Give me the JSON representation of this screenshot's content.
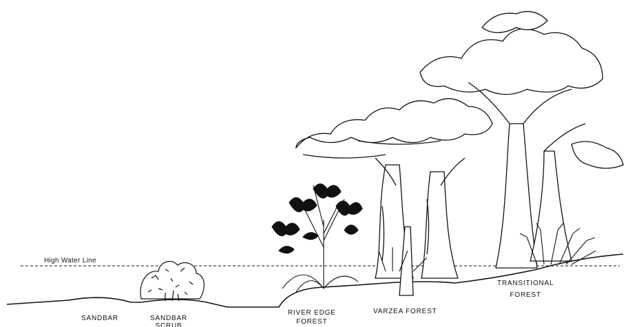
{
  "diagram": {
    "high_water_label": "High Water Line",
    "zones": [
      {
        "id": "sandbar",
        "lines": [
          "SANDBAR"
        ]
      },
      {
        "id": "sandbar-scrub",
        "lines": [
          "SANDBAR",
          "SCRUB"
        ]
      },
      {
        "id": "river-edge-forest",
        "lines": [
          "RIVER EDGE",
          "FOREST"
        ]
      },
      {
        "id": "varzea-forest",
        "lines": [
          "VARZEA FOREST"
        ]
      },
      {
        "id": "transitional-forest",
        "lines": [
          "TRANSITIONAL",
          "FOREST"
        ]
      }
    ]
  },
  "colors": {
    "ink": "#111111",
    "background": "#ffffff"
  }
}
